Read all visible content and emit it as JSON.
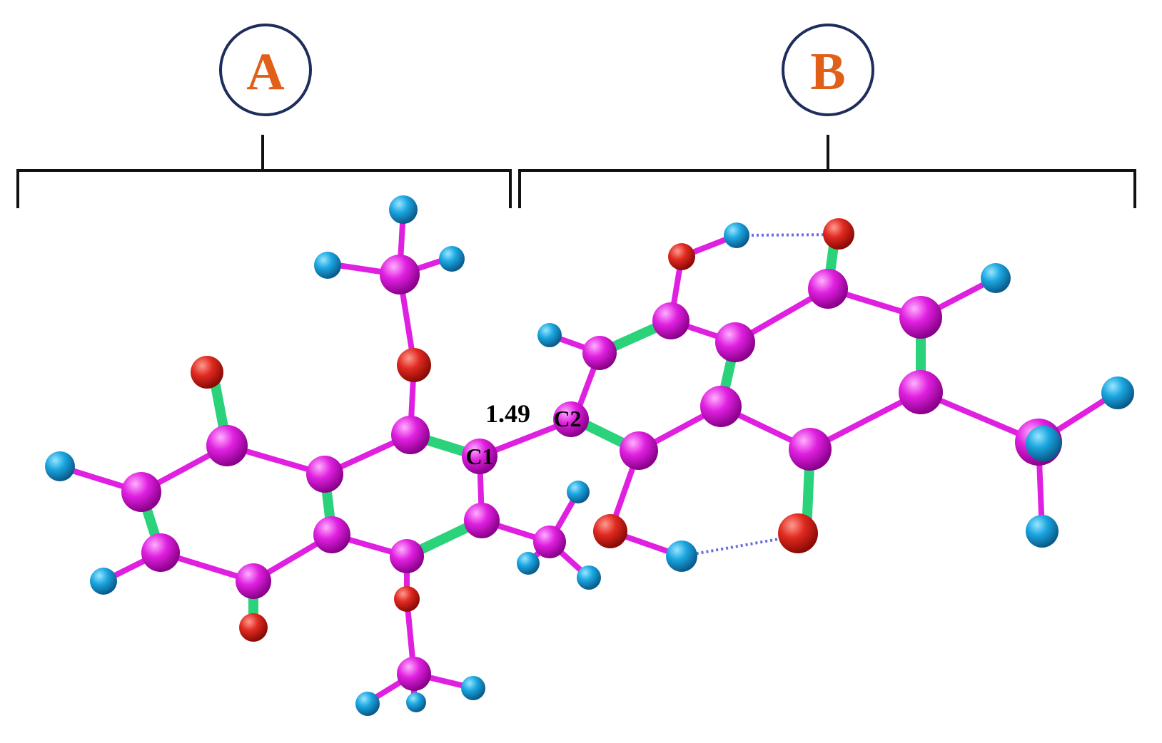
{
  "fragments": [
    {
      "label": "A"
    },
    {
      "label": "B"
    }
  ],
  "annotations": {
    "bond_length": "1.49",
    "atom_c1": "C1",
    "atom_c2": "C2"
  },
  "colors": {
    "carbon": "#e020e0",
    "oxygen": "#e02a20",
    "hydrogen": "#1aa6e0",
    "double_bond": "#2ad27a",
    "hbond": "#6a6ae8",
    "bracket": "#111111",
    "circle_stroke": "#1f2d5c",
    "label_text": "#e0601a"
  }
}
